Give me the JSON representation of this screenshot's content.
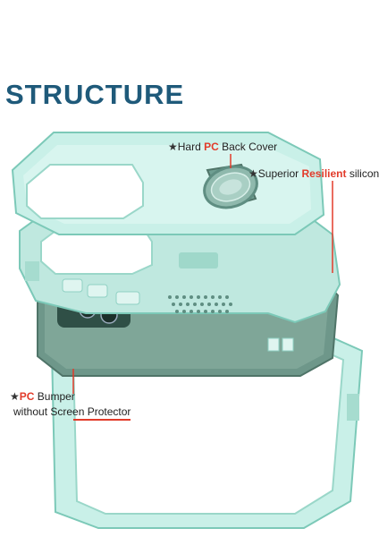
{
  "title": "STRUCTURE",
  "labels": {
    "back_cover": {
      "star": "★",
      "pre": "Hard ",
      "highlight": "PC",
      "post": " Back Cover"
    },
    "silicone": {
      "star": "★",
      "pre": "Superior ",
      "highlight": "Resilient",
      "post": " silicone"
    },
    "bumper_line1": {
      "star": "★",
      "highlight": "PC",
      "post": " Bumper"
    },
    "bumper_line2": "without Screen Protector"
  },
  "colors": {
    "title": "#1f5a7a",
    "accent_red": "#e23b2a",
    "shell_mint": "#bfe8df",
    "shell_mint_dark": "#8fd1c3",
    "silicone_green": "#a7c9b8",
    "phone_body": "#6e978a",
    "ring_metal": "#8fb9ad"
  }
}
